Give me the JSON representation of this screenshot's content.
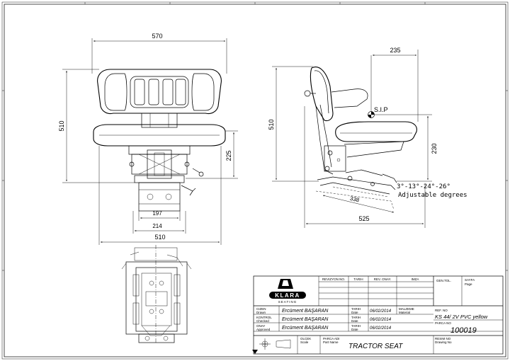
{
  "front_view": {
    "dim_width_top": "570",
    "dim_height": "510",
    "dim_lower_height": "225",
    "dim_base_inner": "197",
    "dim_base_outer": "214",
    "dim_width_bottom": "510"
  },
  "side_view": {
    "dim_top": "235",
    "dim_height": "510",
    "dim_sip_height": "230",
    "dim_slide": "338",
    "dim_depth": "525",
    "sip_label": "S.I.P",
    "angles_label": "3°-13°-24°-26°",
    "adjust_label": "Adjustable degrees"
  },
  "logo": {
    "brand": "KLARA",
    "sub": "SEATING"
  },
  "title_block": {
    "rev_no": "REVIZYON NO.",
    "date_hdr": "TARIH",
    "rev_appr": "REV. ONAY.",
    "sign": "IMZA",
    "gen_tol": "GEN.TOL.",
    "sheet_tr": "SAYFA",
    "sheet_en": "Page",
    "drawn_tr": "CIZEN",
    "drawn_en": "Drawn",
    "checked_tr": "KONTROL",
    "checked_en": "Checked",
    "approved_tr": "ONAY",
    "approved_en": "Approved",
    "person1": "Ercüment BAŞARAN",
    "person2": "Ercüment BAŞARAN",
    "person3": "Ercüment BAŞARAN",
    "date_tr": "TARIH",
    "date_en": "Date",
    "date1": "06/02/2014",
    "date2": "06/02/2014",
    "date3": "06/02/2014",
    "material_tr": "MALZEME",
    "material_en": "Material",
    "ref_no": "REF. NO",
    "ref_value": "KS 44/ 2V PVC yellow",
    "part_no_tr": "PARCA NO",
    "part_no_value": "100019",
    "scale_tr": "OLCEK",
    "scale_en": "Scale",
    "part_name_tr": "PARCA ADI",
    "part_name_en": "Part Name",
    "part_name_value": "TRACTOR SEAT",
    "drawing_no_tr": "RESIM NO",
    "drawing_no_en": "Drawing No"
  }
}
